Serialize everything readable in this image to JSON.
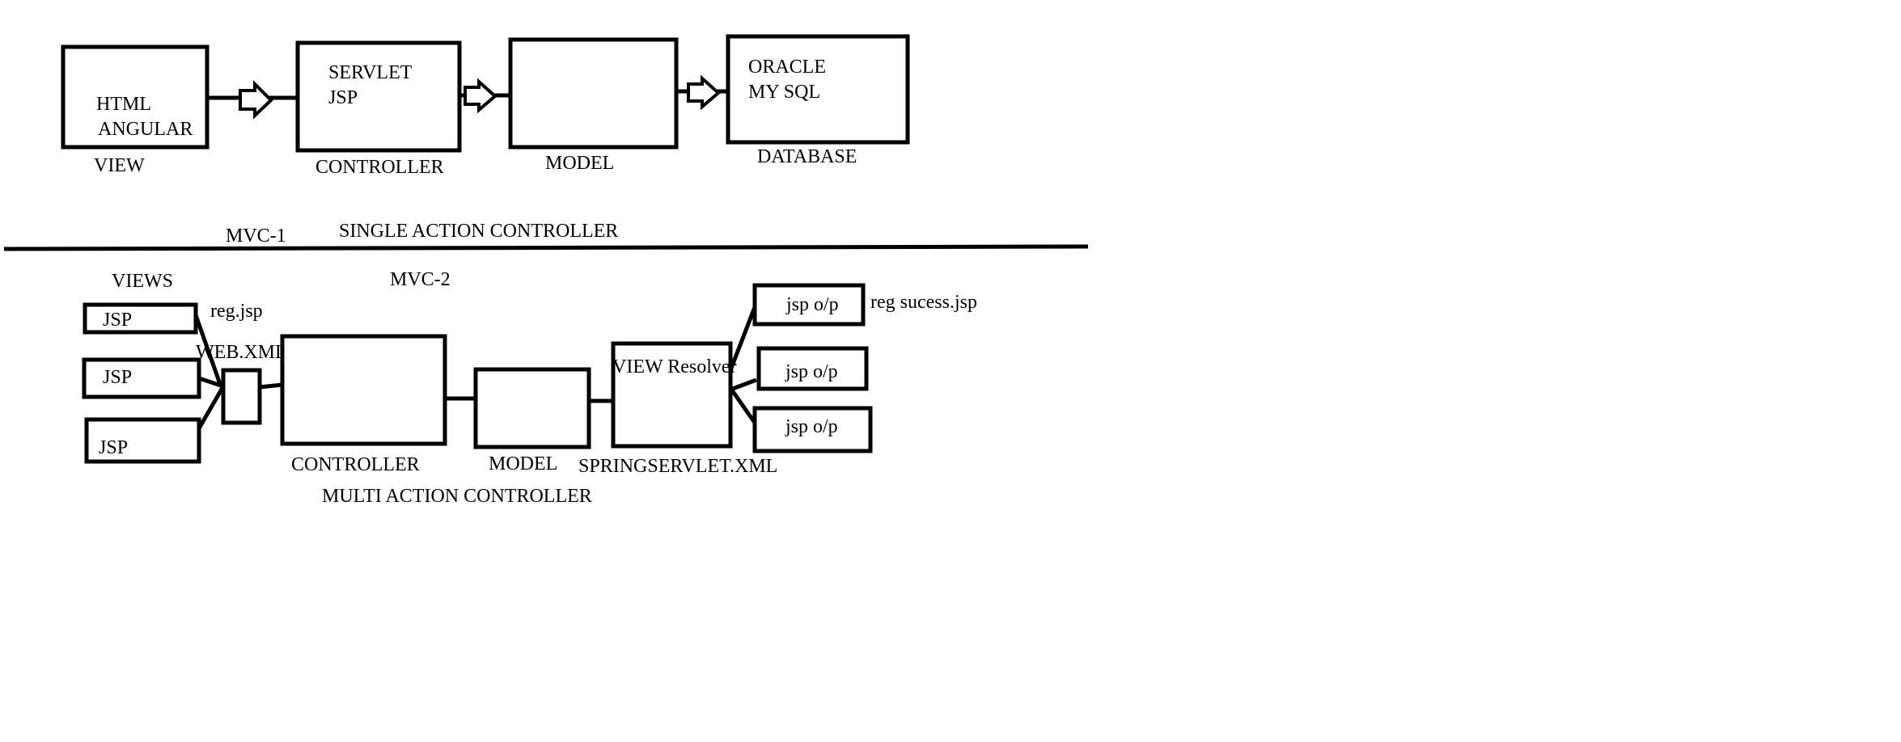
{
  "mvc1": {
    "view_box": {
      "line1": "HTML",
      "line2": "ANGULAR",
      "caption": "VIEW"
    },
    "controller_box": {
      "line1": "SERVLET",
      "line2": "JSP",
      "caption": "CONTROLLER"
    },
    "model_box": {
      "caption": "MODEL"
    },
    "database_box": {
      "line1": "ORACLE",
      "line2": "MY SQL",
      "caption": "DATABASE"
    },
    "title": "MVC-1",
    "subtitle": "SINGLE ACTION CONTROLLER"
  },
  "mvc2": {
    "title": "MVC-2",
    "views_caption": "VIEWS",
    "jsp_labels": [
      "JSP",
      "JSP",
      "JSP"
    ],
    "reg_jsp": "reg.jsp",
    "web_xml": "WEB.XML",
    "controller_caption": "CONTROLLER",
    "model_caption": "MODEL",
    "view_resolver": "VIEW Resolver",
    "springservlet_xml": "SPRINGSERVLET.XML",
    "output_labels": [
      "jsp o/p",
      "jsp o/p",
      "jsp o/p"
    ],
    "reg_success": "reg sucess.jsp",
    "multi_action": "MULTI ACTION CONTROLLER"
  }
}
